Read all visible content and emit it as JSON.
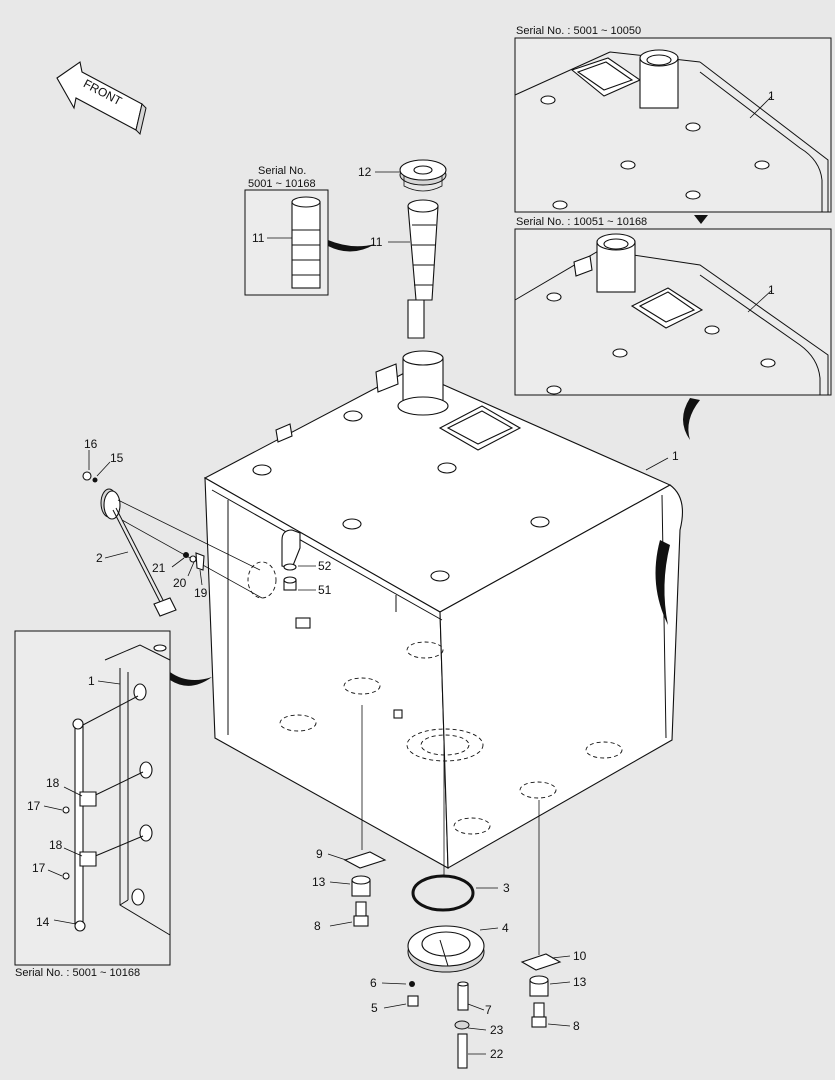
{
  "front_arrow": {
    "label": "FRONT"
  },
  "insets": {
    "top_right_a": {
      "serial": "Serial No. : 5001 ~ 10050"
    },
    "top_right_b": {
      "serial": "Serial No. : 10051 ~ 10168"
    },
    "gauge_inset": {
      "serial_line1": "Serial No.",
      "serial_line2": "5001 ~ 10168"
    },
    "left_inset": {
      "serial": "Serial No. : 5001 ~ 10168"
    }
  },
  "callouts": {
    "c1_main": "1",
    "c1_inset_a": "1",
    "c1_inset_b": "1",
    "c1_left": "1",
    "c2": "2",
    "c3": "3",
    "c4": "4",
    "c5": "5",
    "c6": "6",
    "c7": "7",
    "c8_left": "8",
    "c8_right": "8",
    "c9": "9",
    "c10": "10",
    "c11_inset": "11",
    "c11_main": "11",
    "c12": "12",
    "c13_left": "13",
    "c13_right": "13",
    "c14": "14",
    "c15": "15",
    "c16": "16",
    "c17_a": "17",
    "c17_b": "17",
    "c18_a": "18",
    "c18_b": "18",
    "c19": "19",
    "c20": "20",
    "c21": "21",
    "c22": "22",
    "c23": "23",
    "c51": "51",
    "c52": "52"
  },
  "icons": {
    "front": "front-arrow-icon",
    "pointer": "triangle-down-icon"
  }
}
